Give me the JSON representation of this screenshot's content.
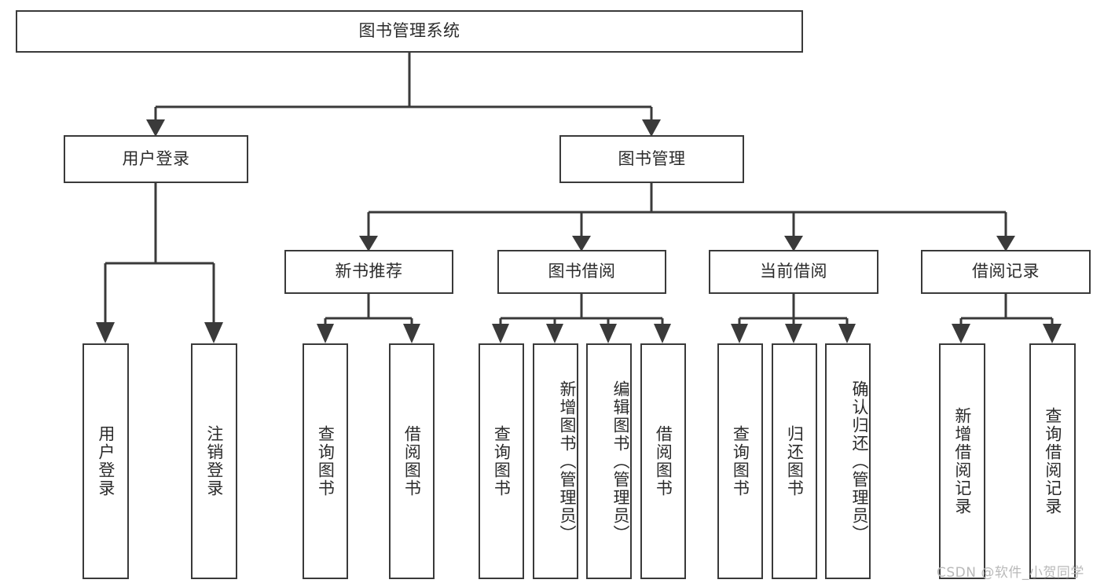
{
  "diagram": {
    "type": "tree-hierarchy",
    "title": "图书管理系统",
    "watermark": "CSDN @软件_小贺同学",
    "colors": {
      "box_border": "#3a3a3a",
      "box_fill": "#ffffff",
      "connector": "#3a3a3a",
      "text": "#2b2b2b",
      "watermark": "#b9b9b9",
      "background": "#ffffff"
    },
    "levels": {
      "root": {
        "id": "root",
        "label": "图书管理系统",
        "orientation": "horizontal"
      },
      "level2": [
        {
          "id": "user-login",
          "label": "用户登录",
          "orientation": "horizontal"
        },
        {
          "id": "book-manage",
          "label": "图书管理",
          "orientation": "horizontal"
        }
      ],
      "level3": [
        {
          "id": "new-book-recommend",
          "label": "新书推荐",
          "orientation": "horizontal",
          "parent": "book-manage"
        },
        {
          "id": "book-borrow",
          "label": "图书借阅",
          "orientation": "horizontal",
          "parent": "book-manage"
        },
        {
          "id": "current-borrow",
          "label": "当前借阅",
          "orientation": "horizontal",
          "parent": "book-manage"
        },
        {
          "id": "borrow-record",
          "label": "借阅记录",
          "orientation": "horizontal",
          "parent": "book-manage"
        }
      ],
      "leaves": [
        {
          "id": "leaf-user-login",
          "label": "用户登录",
          "parent": "user-login",
          "orientation": "vertical"
        },
        {
          "id": "leaf-logout-login",
          "label": "注销登录",
          "parent": "user-login",
          "orientation": "vertical"
        },
        {
          "id": "leaf-query-book-1",
          "label": "查询图书",
          "parent": "new-book-recommend",
          "orientation": "vertical"
        },
        {
          "id": "leaf-borrow-book-1",
          "label": "借阅图书",
          "parent": "new-book-recommend",
          "orientation": "vertical"
        },
        {
          "id": "leaf-query-book-2",
          "label": "查询图书",
          "parent": "book-borrow",
          "orientation": "vertical"
        },
        {
          "id": "leaf-add-book",
          "label": "新增图书（管理员）",
          "parent": "book-borrow",
          "orientation": "vertical"
        },
        {
          "id": "leaf-edit-book",
          "label": "编辑图书（管理员）",
          "parent": "book-borrow",
          "orientation": "vertical"
        },
        {
          "id": "leaf-borrow-book-2",
          "label": "借阅图书",
          "parent": "book-borrow",
          "orientation": "vertical"
        },
        {
          "id": "leaf-query-book-3",
          "label": "查询图书",
          "parent": "current-borrow",
          "orientation": "vertical"
        },
        {
          "id": "leaf-return-book",
          "label": "归还图书",
          "parent": "current-borrow",
          "orientation": "vertical"
        },
        {
          "id": "leaf-confirm-return",
          "label": "确认归还（管理员）",
          "parent": "current-borrow",
          "orientation": "vertical"
        },
        {
          "id": "leaf-add-record",
          "label": "新增借阅记录",
          "parent": "borrow-record",
          "orientation": "vertical"
        },
        {
          "id": "leaf-query-record",
          "label": "查询借阅记录",
          "parent": "borrow-record",
          "orientation": "vertical"
        }
      ]
    }
  }
}
